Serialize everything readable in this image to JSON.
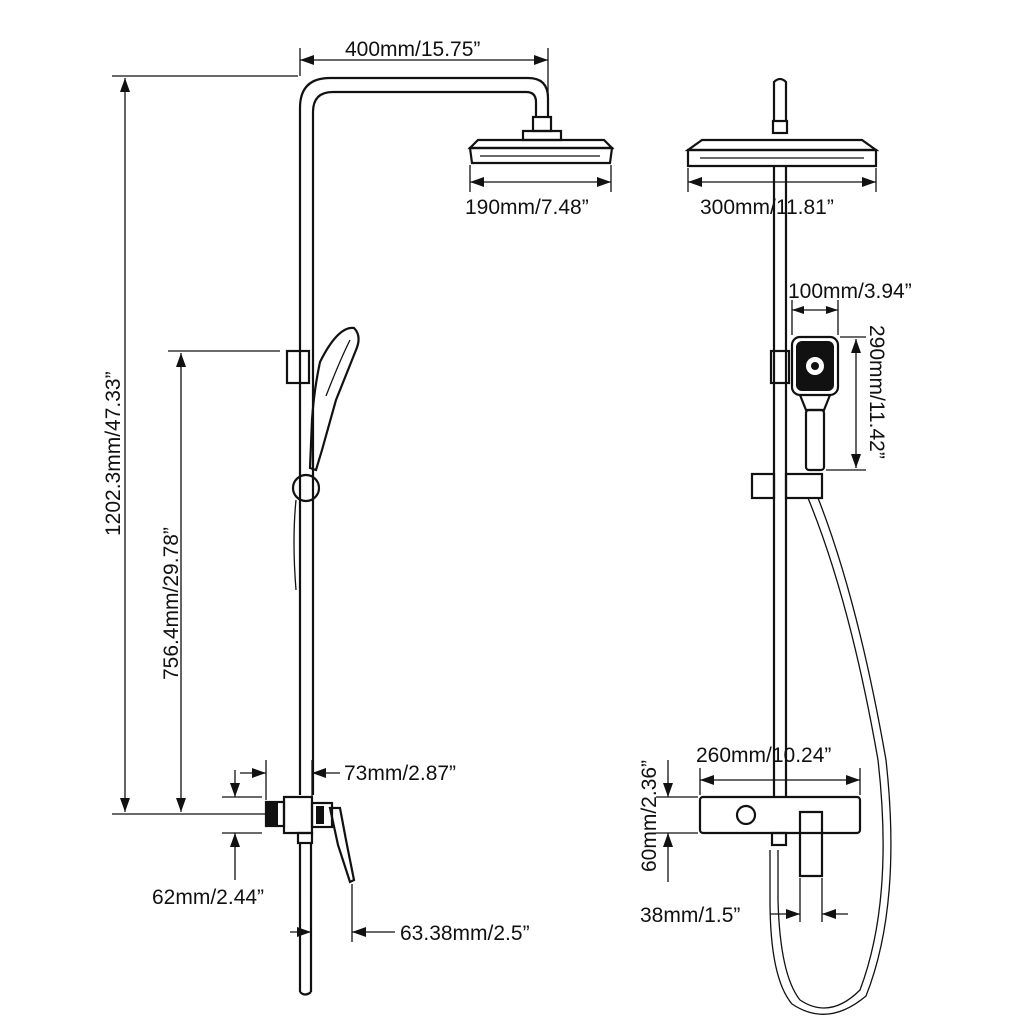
{
  "dimensions": {
    "top_arm_width": "400mm/15.75”",
    "side_head_diameter": "190mm/7.48”",
    "front_head_diameter": "300mm/11.81”",
    "total_height": "1202.3mm/47.33”",
    "holder_height": "756.4mm/29.78”",
    "inlet_offset": "73mm/2.87”",
    "inlet_height": "62mm/2.44”",
    "handle_projection": "63.38mm/2.5”",
    "handheld_width": "100mm/3.94”",
    "handheld_length": "290mm/11.42”",
    "mixer_width": "260mm/10.24”",
    "mixer_height": "60mm/2.36”",
    "spout_width": "38mm/1.5”"
  },
  "colors": {
    "line": "#111111",
    "background": "#ffffff"
  }
}
